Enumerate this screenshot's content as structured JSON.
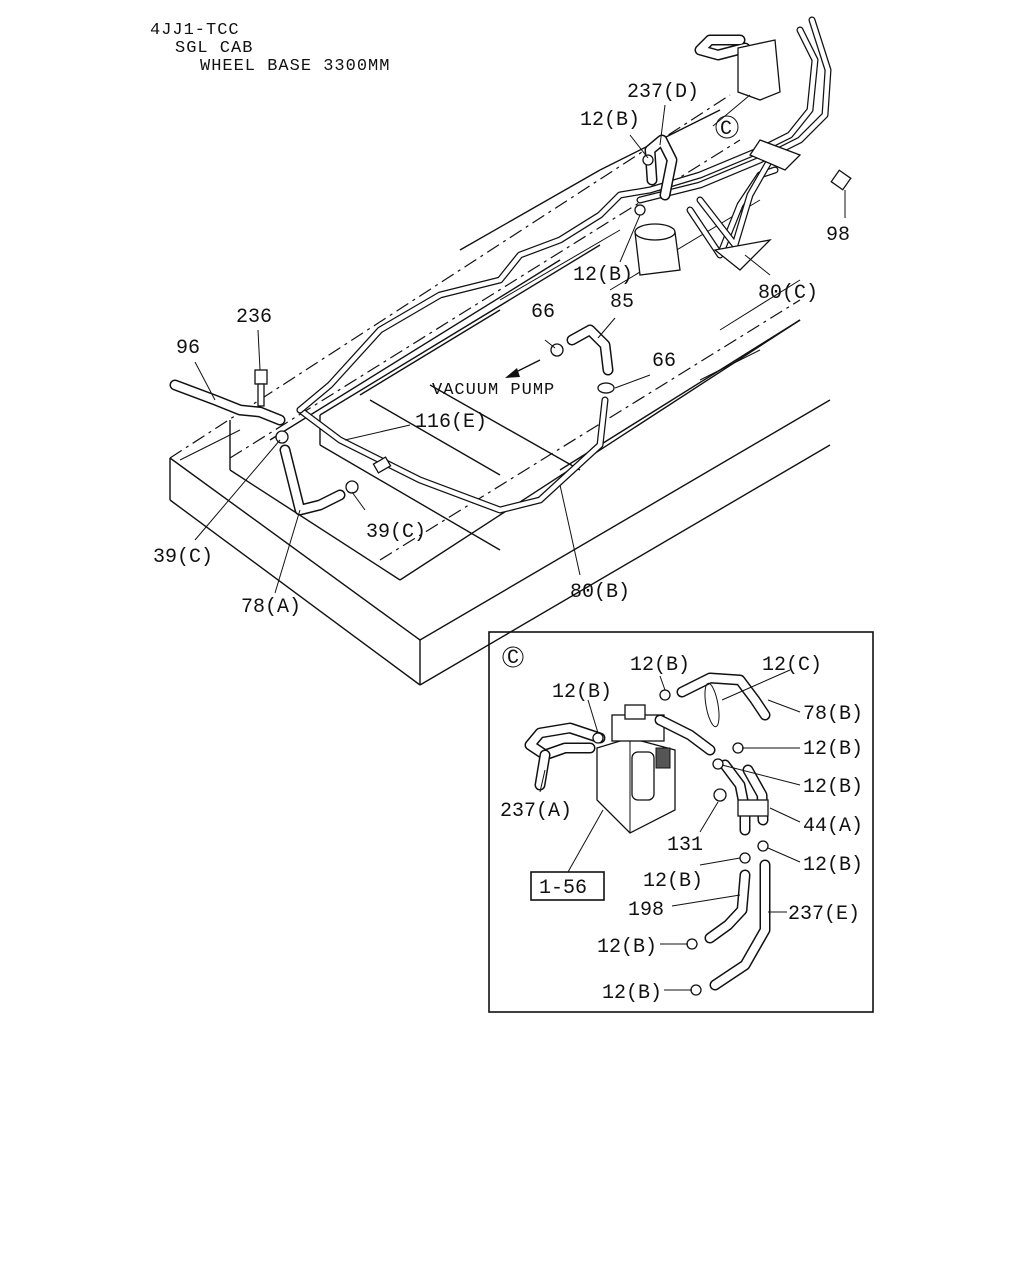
{
  "header": {
    "line1": "4JJ1-TCC",
    "line2": "SGL CAB",
    "line3": "WHEEL BASE 3300MM"
  },
  "main_labels": {
    "l237d": "237(D)",
    "l12b_top": "12(B)",
    "detail_c": "C",
    "l98": "98",
    "l12b_mid": "12(B)",
    "l80c": "80(C)",
    "l236": "236",
    "l96": "96",
    "l66_left": "66",
    "l85": "85",
    "l66_right": "66",
    "vacuum_pump": "VACUUM PUMP",
    "l116e": "116(E)",
    "l39c_right": "39(C)",
    "l39c_left": "39(C)",
    "l78a": "78(A)",
    "l80b": "80(B)"
  },
  "detail": {
    "marker": "C",
    "l12b_a": "12(B)",
    "l12c": "12(C)",
    "l12b_b": "12(B)",
    "l78b": "78(B)",
    "l12b_c": "12(B)",
    "l12b_d": "12(B)",
    "l237a": "237(A)",
    "l44a": "44(A)",
    "l131": "131",
    "l12b_e": "12(B)",
    "l12b_f": "12(B)",
    "ref_box": "1-56",
    "l198": "198",
    "l237e": "237(E)",
    "l12b_g": "12(B)",
    "l12b_h": "12(B)"
  }
}
